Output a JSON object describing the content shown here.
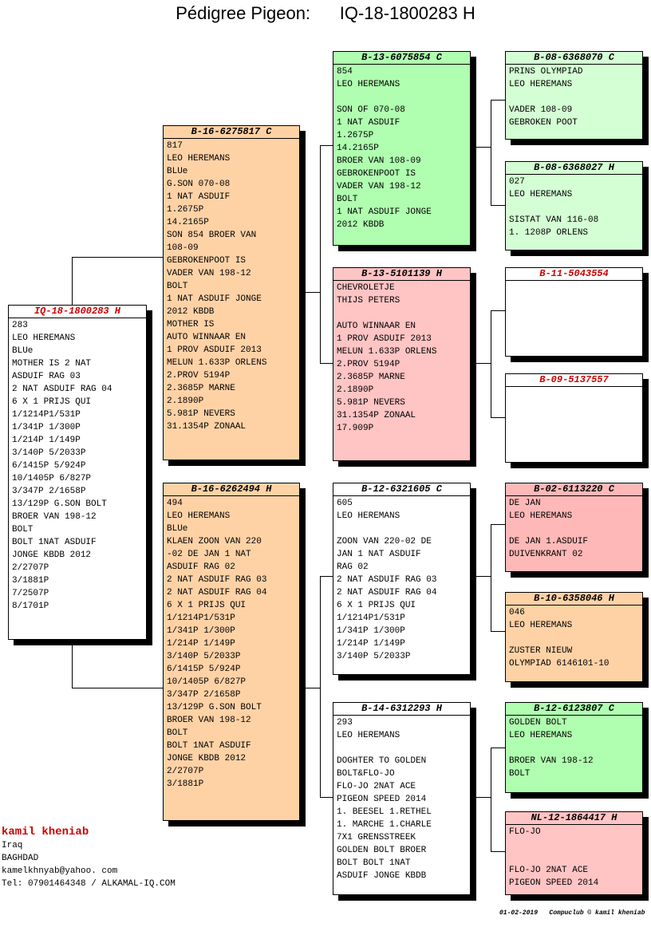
{
  "title": {
    "label": "Pédigree Pigeon:",
    "ring": "IQ-18-1800283 H"
  },
  "colors": {
    "peach": "#ffd2a6",
    "green": "#b0ffb0",
    "light_green": "#d4ffd4",
    "pink": "#ffc4c4",
    "white": "#ffffff",
    "red_text": "#cc0000"
  },
  "pigeons": {
    "subject": {
      "ring": "IQ-18-1800283 H",
      "lines": [
        "283",
        "LEO HEREMANS",
        "BLUe",
        "MOTHER IS 2 NAT",
        "ASDUIF RAG 03",
        "2 NAT ASDUIF RAG 04",
        "6 X 1 PRIJS QUI",
        "1/1214P1/531P",
        "1/341P 1/300P",
        "1/214P 1/149P",
        "3/140P 5/2033P",
        "6/1415P 5/924P",
        "10/1405P 6/827P",
        "3/347P 2/1658P",
        "13/129P G.SON BOLT",
        "BROER VAN 198-12",
        "BOLT",
        "BOLT 1NAT ASDUIF",
        "JONGE KBDB 2012",
        "2/2707P",
        "3/1881P",
        "7/2507P",
        "8/1701P"
      ]
    },
    "sire": {
      "ring": "B-16-6275817 C",
      "lines": [
        "817",
        "LEO HEREMANS",
        "BLUe",
        "G.SON 070-08",
        "1 NAT ASDUIF",
        "1.2675P",
        "14.2165P",
        "SON 854 BROER VAN",
        "108-09",
        "GEBROKENPOOT IS",
        "VADER VAN 198-12",
        "BOLT",
        "1 NAT ASDUIF JONGE",
        "2012 KBDB",
        "MOTHER IS",
        "AUTO WINNAAR EN",
        "1 PROV ASDUIF 2013",
        "MELUN 1.633P ORLENS",
        "2.PROV 5194P",
        "2.3685P MARNE",
        "2.1890P",
        "5.981P NEVERS",
        "31.1354P ZONAAL"
      ]
    },
    "dam": {
      "ring": "B-16-6262494 H",
      "lines": [
        "494",
        "LEO HEREMANS",
        "BLUe",
        "KLAEN ZOON VAN 220",
        "-02 DE JAN 1 NAT",
        "ASDUIF RAG 02",
        "2 NAT ASDUIF RAG 03",
        "2 NAT ASDUIF RAG 04",
        "6 X 1 PRIJS QUI",
        "1/1214P1/531P",
        "1/341P 1/300P",
        "1/214P 1/149P",
        "3/140P 5/2033P",
        "6/1415P 5/924P",
        "10/1405P 6/827P",
        "3/347P 2/1658P",
        "13/129P G.SON BOLT",
        "BROER VAN 198-12",
        "BOLT",
        "BOLT 1NAT ASDUIF",
        "JONGE KBDB 2012",
        "2/2707P",
        "3/1881P"
      ]
    },
    "ss": {
      "ring": "B-13-6075854 C",
      "lines": [
        "854",
        "LEO HEREMANS",
        "",
        "SON OF 070-08",
        "1 NAT ASDUIF",
        "1.2675P",
        "14.2165P",
        "BROER VAN 108-09",
        "GEBROKENPOOT IS",
        "VADER VAN 198-12",
        "BOLT",
        "1 NAT ASDUIF JONGE",
        "2012 KBDB"
      ]
    },
    "sd": {
      "ring": "B-13-5101139 H",
      "lines": [
        "CHEVROLETJE",
        "THIJS PETERS",
        "",
        "AUTO WINNAAR EN",
        "1 PROV ASDUIF 2013",
        "MELUN 1.633P ORLENS",
        "2.PROV 5194P",
        "2.3685P MARNE",
        "2.1890P",
        "5.981P NEVERS",
        "31.1354P ZONAAL",
        "17.909P"
      ]
    },
    "ds": {
      "ring": "B-12-6321605 C",
      "lines": [
        "605",
        "LEO HEREMANS",
        "",
        "ZOON VAN 220-02 DE",
        "JAN 1 NAT ASDUIF",
        "RAG 02",
        "2 NAT ASDUIF RAG 03",
        "2 NAT ASDUIF RAG 04",
        "6 X 1 PRIJS QUI",
        "1/1214P1/531P",
        "1/341P 1/300P",
        "1/214P 1/149P",
        "3/140P 5/2033P"
      ]
    },
    "dd": {
      "ring": "B-14-6312293 H",
      "lines": [
        "293",
        "LEO HEREMANS",
        "",
        "DOGHTER TO GOLDEN",
        "BOLT&FLO-JO",
        "FLO-JO 2NAT ACE",
        "PIGEON SPEED 2014",
        "1. BEESEL 1.RETHEL",
        "1. MARCHE 1.CHARLE",
        "7X1 GRENSSTREEK",
        "GOLDEN BOLT BROER",
        "BOLT BOLT 1NAT",
        "ASDUIF JONGE KBDB"
      ]
    },
    "sss": {
      "ring": "B-08-6368070 C",
      "lines": [
        "PRINS OLYMPIAD",
        "LEO HEREMANS",
        "",
        "VADER 108-09",
        "GEBROKEN POOT"
      ]
    },
    "ssd": {
      "ring": "B-08-6368027 H",
      "lines": [
        "027",
        "LEO HEREMANS",
        "",
        "SISTAT VAN 116-08",
        "1. 1208P ORLENS"
      ]
    },
    "sds": {
      "ring": "B-11-5043554",
      "lines": []
    },
    "sdd": {
      "ring": "B-09-5137557",
      "lines": []
    },
    "dss": {
      "ring": "B-02-6113220 C",
      "lines": [
        "DE JAN",
        "LEO HEREMANS",
        "",
        "DE JAN 1.ASDUIF",
        "DUIVENKRANT 02"
      ]
    },
    "dsd": {
      "ring": "B-10-6358046 H",
      "lines": [
        "046",
        "LEO HEREMANS",
        "",
        "ZUSTER NIEUW",
        "OLYMPIAD 6146101-10"
      ]
    },
    "dds": {
      "ring": "B-12-6123807 C",
      "lines": [
        "GOLDEN BOLT",
        "LEO HEREMANS",
        "",
        "BROER VAN 198-12",
        "BOLT"
      ]
    },
    "ddd": {
      "ring": "NL-12-1864417 H",
      "lines": [
        "FLO-JO",
        "",
        "",
        "FLO-JO 2NAT ACE",
        "PIGEON SPEED 2014"
      ]
    }
  },
  "owner": {
    "name": "kamil kheniab",
    "lines": [
      "Iraq",
      "BAGHDAD",
      "kamelkhnyab@yahoo. com",
      "Tel: 07901464348 / ALKAMAL-IQ.COM"
    ]
  },
  "footer": {
    "date": "01-02-2019",
    "credit": "Compuclub © kamil kheniab"
  }
}
